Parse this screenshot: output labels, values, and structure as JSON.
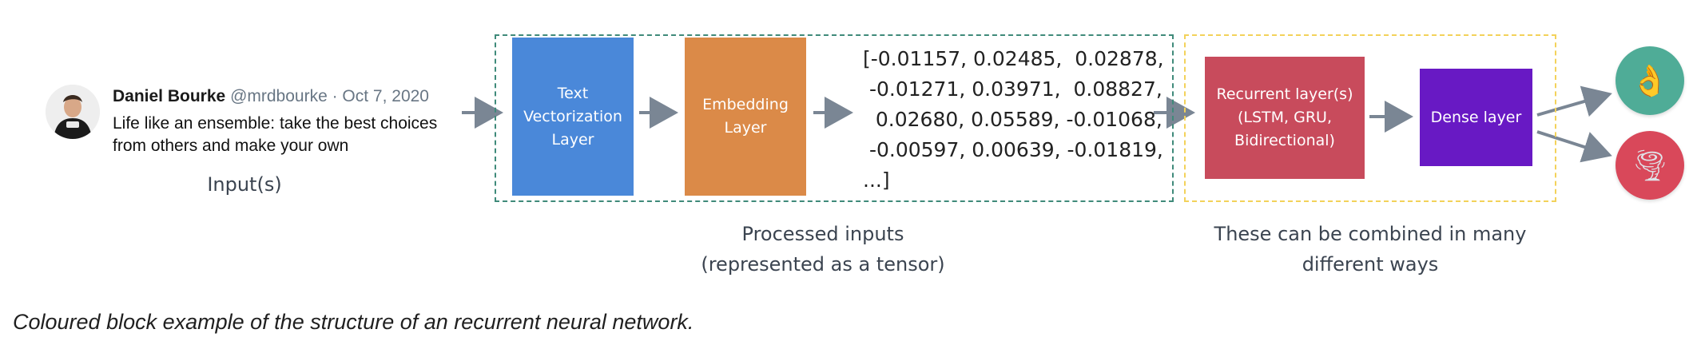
{
  "tweet": {
    "name": "Daniel Bourke",
    "handle_date": "@mrdbourke · Oct 7, 2020",
    "body": "Life like an ensemble: take the best choices from others and make your own",
    "avatar_icon": "avatar-photo"
  },
  "input_caption": "Input(s)",
  "blocks": {
    "text_vectorization": "Text\nVectorization\nLayer",
    "embedding": "Embedding\nLayer",
    "recurrent": "Recurrent layer(s)\n(LSTM, GRU,\nBidirectional)",
    "dense": "Dense layer"
  },
  "tensor_text": "[-0.01157, 0.02485,  0.02878,\n -0.01271, 0.03971,  0.08827,\n  0.02680, 0.05589, -0.01068,\n -0.00597, 0.00639, -0.01819,\n...]",
  "processed_caption": "Processed inputs\n(represented as a tensor)",
  "model_caption": "These can be combined in many\ndifferent ways",
  "outputs": [
    {
      "icon": "ok-hand-emoji-icon",
      "glyph": "👌",
      "color": "#4fac97"
    },
    {
      "icon": "tornado-emoji-icon",
      "glyph": "🌪",
      "color": "#d9485a"
    }
  ],
  "colors": {
    "text_vectorization": "#4a88d9",
    "embedding": "#db8a48",
    "recurrent": "#c84b5c",
    "dense": "#6819c4",
    "processed_border": "#3f8a7a",
    "model_border": "#f3d25a",
    "arrow": "#7a8694"
  },
  "footer_caption": "Coloured block example of the structure of an recurrent neural network."
}
